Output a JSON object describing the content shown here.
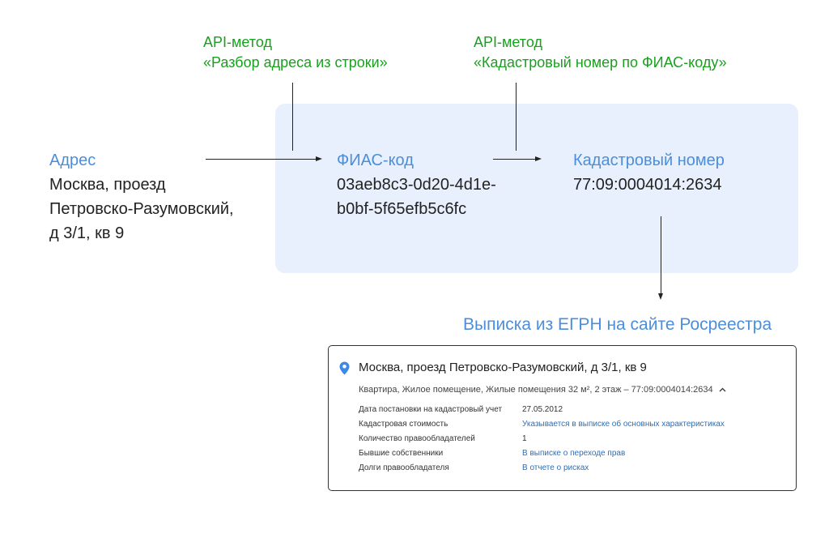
{
  "api_left": {
    "line1": "API-метод",
    "line2": "«Разбор адреса из строки»"
  },
  "api_right": {
    "line1": "API-метод",
    "line2": "«Кадастровый номер по ФИАС-коду»"
  },
  "address": {
    "label": "Адрес",
    "line1": "Москва, проезд",
    "line2": "Петровско-Разумовский,",
    "line3": "д 3/1, кв 9"
  },
  "fias": {
    "label": "ФИАС-код",
    "line1": "03aeb8c3-0d20-4d1e-",
    "line2": "b0bf-5f65efb5c6fc"
  },
  "cadastral": {
    "label": "Кадастровый номер",
    "value": "77:09:0004014:2634"
  },
  "egrn_title": "Выписка из ЕГРН на сайте Росреестра",
  "card": {
    "title": "Москва, проезд Петровско-Разумовский, д 3/1, кв 9",
    "subtitle": "Квартира, Жилое помещение, Жилые помещения 32 м², 2 этаж – 77:09:0004014:2634",
    "rows": [
      {
        "label": "Дата постановки на кадастровый учет",
        "value": "27.05.2012"
      },
      {
        "label": "Кадастровая стоимость",
        "value": "Указывается в выписке об основных характеристиках"
      },
      {
        "label": "Количество правообладателей",
        "value": "1"
      },
      {
        "label": "Бывшие собственники",
        "value": "В выписке о переходе прав"
      },
      {
        "label": "Долги правообладателя",
        "value": "В отчете о рисках"
      }
    ]
  },
  "colors": {
    "green": "#1aa01f",
    "blue": "#4c8ed9",
    "link": "#2f6eb4",
    "box": "#e7f0fc"
  }
}
